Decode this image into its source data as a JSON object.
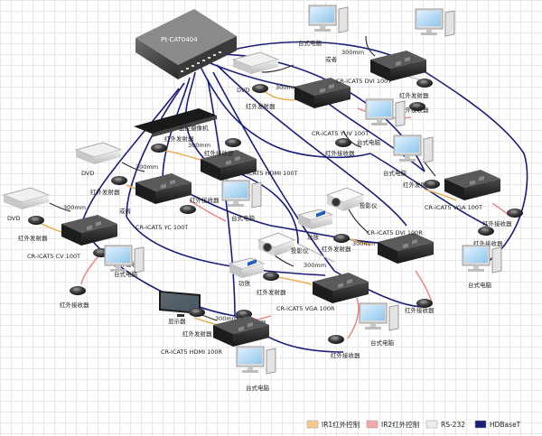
{
  "switch": {
    "label": "Pt-CAT0404"
  },
  "labels": {
    "pc_top": "台式电脑",
    "or_top": "或者",
    "mm_top": "300mm",
    "dvd_top": "DVD",
    "mm_dvi_t": "300mm",
    "cr_dvi_t": "CR-iCAT5 DVI 100T",
    "ir_tx_dvi_t_left": "红外发射器",
    "ir_tx_dvi_t_right": "红外发射器",
    "ir_rx_dvi_t": "红外接收器",
    "pc_dvi_t": "台式电脑",
    "cr_yuv_t": "CR-iCAT5 YUV 100T",
    "ir_rx_yuv": "红外接收器",
    "cam": "监控摄像机",
    "ir_tx_hdmi_t": "红外发射器",
    "mm_hdmi_t": "300mm",
    "ir_rx_hdmi_t": "红外接收器",
    "cr_hdmi_t": "CR-iCAT5 HDMI 100T",
    "dvd_yc": "DVD",
    "mm_yc": "300mm",
    "ir_tx_yc": "红外发射器",
    "ir_rx_yc": "红外接收器",
    "pc_yc": "台式电脑",
    "cr_yc_t": "CR-iCAT5 YC 100T",
    "or_yc": "或者",
    "dvd_cv": "DVD",
    "mm_cv": "300mm",
    "ir_tx_cv": "红外发射器",
    "cr_cv_t": "CR-iCAT5 CV 100T",
    "ir_rx_cv": "红外接收器",
    "pc_cv": "台式电脑",
    "ir_rx_cv_bottom": "红外接收器",
    "pc_vga_t": "台式电脑",
    "ir_tx_vga_t": "红外发射器",
    "cr_vga_t": "CR-iCAT5 VGA 100T",
    "ir_rx_vga_t": "红外接收器",
    "proj_1": "投影仪",
    "amp_1": "功放",
    "ir_tx_dvi_r": "红外发射器",
    "mm_dvi_r": "300mm",
    "cr_dvi_r": "CR-iCAT5 DVI 100R",
    "ir_rx_dvi_r": "红外接收器",
    "pc_dvi_r": "台式电脑",
    "proj_2": "投影仪",
    "amp_2": "功放",
    "mm_vga_r": "300mm",
    "ir_tx_vga_r": "红外发射器",
    "cr_vga_r": "CR-iCAT5 VGA 100R",
    "ir_rx_vga_r": "红外接收器",
    "pc_vga_r": "台式电脑",
    "ir_rx_vga_r2": "红外接收器",
    "display": "显示器",
    "mm_hdmi_r": "300mm",
    "ir_rx_hdmi_r": "红外接收器",
    "ir_tx_hdmi_r": "红外发射器",
    "cr_hdmi_r": "CR-iCAT5 HDMI 100R",
    "pc_hdmi_r": "台式电脑"
  },
  "legend": [
    {
      "label": "IR1红外控制",
      "color": "#f1cb8f"
    },
    {
      "label": "IR2红外控制",
      "color": "#f3a9a9"
    },
    {
      "label": "RS-232",
      "color": "#ededed"
    },
    {
      "label": "HDBaseT",
      "color": "#1b1e78"
    }
  ],
  "colors": {
    "cat_cable": "#1b1e78",
    "ir1_cable": "#e8b15c",
    "ir2_cable": "#e88d8d",
    "rs232_cable": "#bdbdbd",
    "device_body": "#2a2a2a"
  }
}
